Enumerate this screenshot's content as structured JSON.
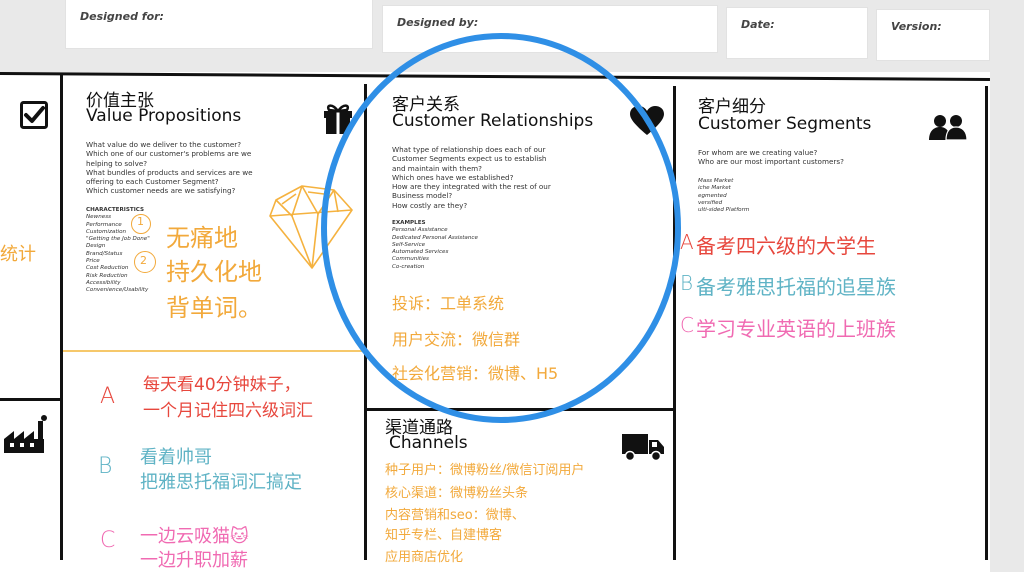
{
  "header": {
    "designed_for": "Designed for:",
    "designed_by": "Designed by:",
    "date": "Date:",
    "version": "Version:"
  },
  "left_strip": {
    "stat_text": "统计"
  },
  "value_props": {
    "title_cn": "价值主张",
    "title_en": "Value Propositions",
    "questions": [
      "What value do we deliver to the customer?",
      "Which one of our customer's problems are we",
      "helping to solve?",
      "What bundles of products and services are we",
      "offering to each Customer Segment?",
      "Which customer needs are we satisfying?"
    ],
    "list_title": "CHARACTERISTICS",
    "list": [
      "Newness",
      "Performance",
      "Customization",
      "\"Getting the Job Done\"",
      "Design",
      "Brand/Status",
      "Price",
      "Cost Reduction",
      "Risk Reduction",
      "Accessibility",
      "Convenience/Usability"
    ],
    "marker_1": "1",
    "marker_2": "2",
    "handwriting": [
      "无痛地",
      "持久化地",
      "背单词。"
    ],
    "notes": [
      {
        "letter": "A",
        "lines": [
          "每天看40分钟妹子，",
          "一个月记住四六级词汇"
        ]
      },
      {
        "letter": "B",
        "lines": [
          "看着帅哥",
          "把雅思托福词汇搞定"
        ]
      },
      {
        "letter": "C",
        "lines": [
          "一边云吸猫🐱",
          "一边升职加薪"
        ]
      }
    ]
  },
  "customer_relationships": {
    "title_cn": "客户关系",
    "title_en": "Customer Relationships",
    "questions": [
      "What type of relationship does each of our",
      "Customer Segments expect us to establish",
      "and maintain with them?",
      "Which ones have we established?",
      "How are they integrated with the rest of our",
      "Business model?",
      "How costly are they?"
    ],
    "list_title": "EXAMPLES",
    "list": [
      "Personal Assistance",
      "Dedicated Personal Assistance",
      "Self-Service",
      "Automated Services",
      "Communities",
      "Co-creation"
    ],
    "notes": [
      "投诉：工单系统",
      "用户交流：微信群",
      "社会化营销：微博、H5"
    ]
  },
  "channels": {
    "title_cn": "渠道通路",
    "title_en": "Channels",
    "notes": [
      "种子用户：微博粉丝/微信订阅用户",
      "核心渠道：微博粉丝头条",
      "内容营销和seo：微博、",
      "知乎专栏、自建博客",
      "应用商店优化"
    ]
  },
  "customer_segments": {
    "title_cn": "客户细分",
    "title_en": "Customer Segments",
    "questions": [
      "For whom are we creating value?",
      "Who are our most important customers?"
    ],
    "list": [
      "Mass Market",
      "iche Market",
      "egmented",
      "versified",
      "ulti-sided Platform"
    ],
    "notes": [
      {
        "letter": "A",
        "text": "备考四六级的大学生"
      },
      {
        "letter": "B",
        "text": "备考雅思托福的追星族"
      },
      {
        "letter": "C",
        "text": "学习专业英语的上班族"
      }
    ]
  },
  "colors": {
    "orange": "#f2a93b",
    "red": "#e7473d",
    "teal": "#5fb3c5",
    "pink": "#f06ab2",
    "blue_circle": "#2f8fe6"
  },
  "icons": {
    "left_top": "checkbox-icon",
    "left_bottom": "factory-icon",
    "value_props": "gift-icon",
    "customer_relationships": "heart-icon",
    "channels": "truck-icon",
    "customer_segments": "people-icon"
  }
}
